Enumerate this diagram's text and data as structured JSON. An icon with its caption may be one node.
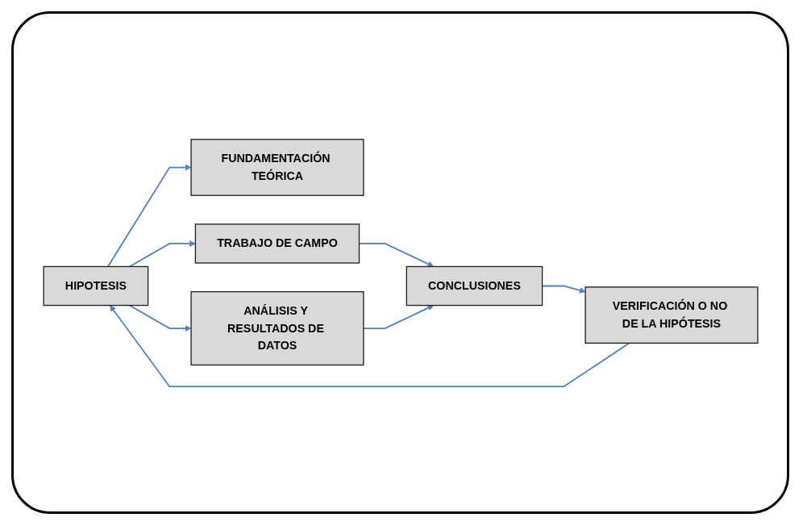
{
  "diagram": {
    "nodes": [
      {
        "text": [
          "HIPOTESIS"
        ]
      },
      {
        "text": [
          "FUNDAMENTACIÓN TEÓRICA"
        ]
      },
      {
        "text": [
          "TRABAJO DE CAMPO"
        ]
      },
      {
        "text": [
          "ANÁLISIS Y RESULTADOS DE DATOS"
        ]
      },
      {
        "text": [
          "CONCLUSIONES"
        ]
      },
      {
        "text": [
          "VERIFICACIÓN O NO DE LA HIPÓTESIS"
        ]
      }
    ],
    "edges": [
      {
        "from": 0,
        "to": 1,
        "arrow": "to"
      },
      {
        "from": 0,
        "to": 2,
        "arrow": "to"
      },
      {
        "from": 0,
        "to": 3,
        "arrow": "to"
      },
      {
        "from": 2,
        "to": 4,
        "arrow": "to"
      },
      {
        "from": 3,
        "to": 4,
        "arrow": "to"
      },
      {
        "from": 4,
        "to": 5,
        "arrow": "to"
      },
      {
        "from": 5,
        "to": 0,
        "arrow": "to"
      }
    ]
  }
}
